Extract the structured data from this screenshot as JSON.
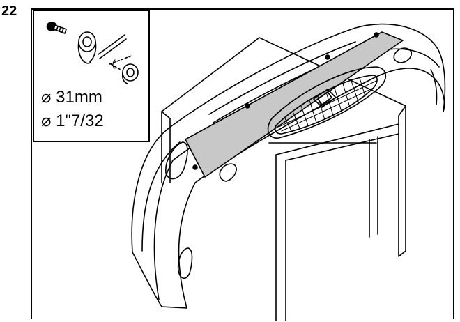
{
  "step": {
    "number": "22"
  },
  "inset": {
    "dimensions": [
      {
        "symbol": "⌀",
        "value": "31mm"
      },
      {
        "symbol": "⌀",
        "value": "1\"7/32"
      }
    ]
  }
}
